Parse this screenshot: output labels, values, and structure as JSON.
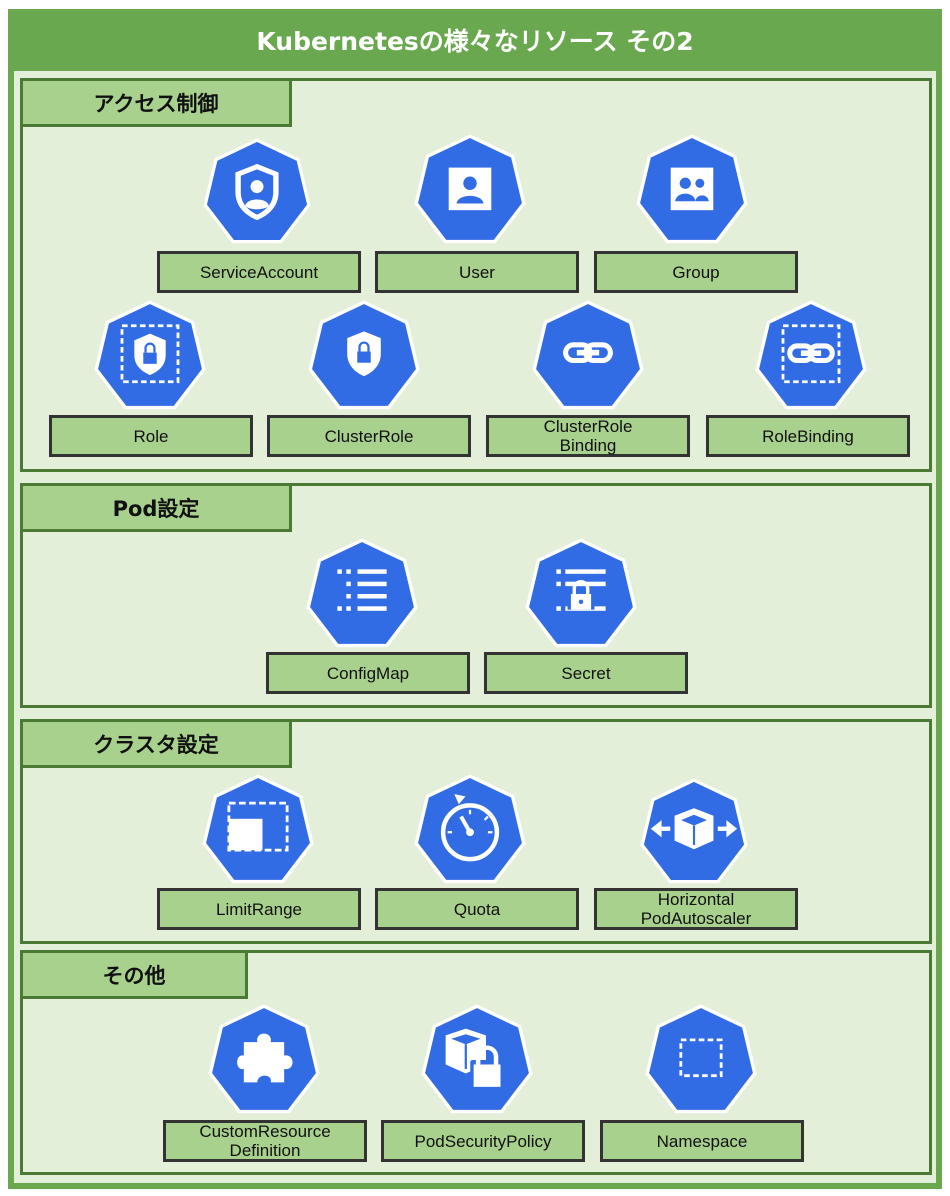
{
  "title": "Kubernetesの様々なリソース その2",
  "colors": {
    "frame": "#6aa84f",
    "background": "#e3efd9",
    "tab": "#a9d18e",
    "icon": "#326ce5"
  },
  "sections": [
    {
      "name": "アクセス制御",
      "items": [
        {
          "label": "ServiceAccount",
          "icon": "service-account-icon"
        },
        {
          "label": "User",
          "icon": "user-icon"
        },
        {
          "label": "Group",
          "icon": "group-icon"
        },
        {
          "label": "Role",
          "icon": "role-icon"
        },
        {
          "label": "ClusterRole",
          "icon": "cluster-role-icon"
        },
        {
          "label": "ClusterRole\nBinding",
          "icon": "cluster-role-binding-icon"
        },
        {
          "label": "RoleBinding",
          "icon": "role-binding-icon"
        }
      ]
    },
    {
      "name": "Pod設定",
      "items": [
        {
          "label": "ConfigMap",
          "icon": "config-map-icon"
        },
        {
          "label": "Secret",
          "icon": "secret-icon"
        }
      ]
    },
    {
      "name": "クラスタ設定",
      "items": [
        {
          "label": "LimitRange",
          "icon": "limit-range-icon"
        },
        {
          "label": "Quota",
          "icon": "quota-icon"
        },
        {
          "label": "Horizontal\nPodAutoscaler",
          "icon": "horizontal-pod-autoscaler-icon"
        }
      ]
    },
    {
      "name": "その他",
      "items": [
        {
          "label": "CustomResource\nDefinition",
          "icon": "custom-resource-definition-icon"
        },
        {
          "label": "PodSecurityPolicy",
          "icon": "pod-security-policy-icon"
        },
        {
          "label": "Namespace",
          "icon": "namespace-icon"
        }
      ]
    }
  ]
}
